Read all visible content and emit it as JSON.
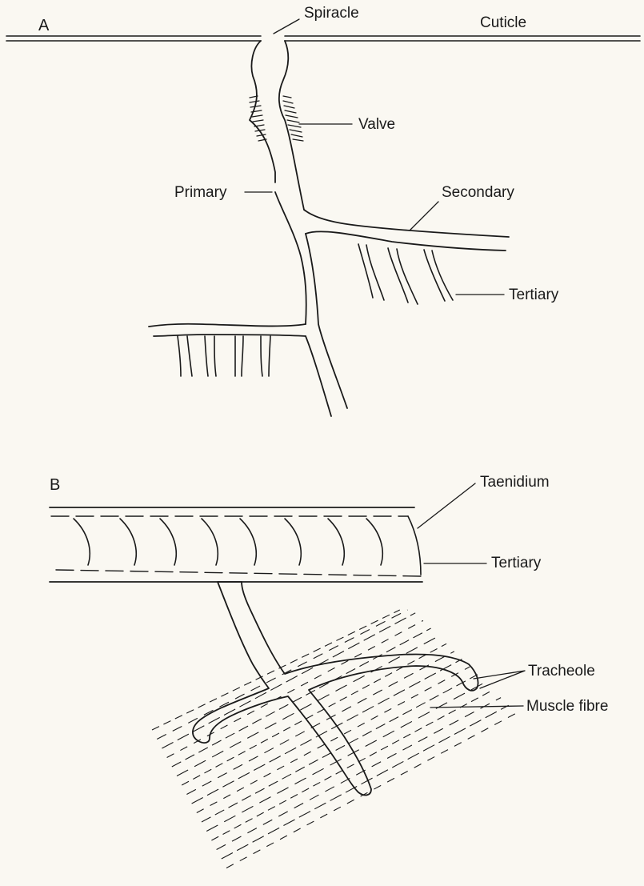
{
  "panels": [
    {
      "letter": "A"
    },
    {
      "letter": "B"
    }
  ],
  "labels": {
    "spiracle": "Spiracle",
    "cuticle": "Cuticle",
    "valve": "Valve",
    "primary": "Primary",
    "secondary": "Secondary",
    "tertiary_a": "Tertiary",
    "taenidium": "Taenidium",
    "tertiary_b": "Tertiary",
    "tracheole": "Tracheole",
    "muscle_fibre": "Muscle fibre"
  },
  "colors": {
    "ink": "#1a1a1a",
    "paper": "#faf8f2"
  }
}
